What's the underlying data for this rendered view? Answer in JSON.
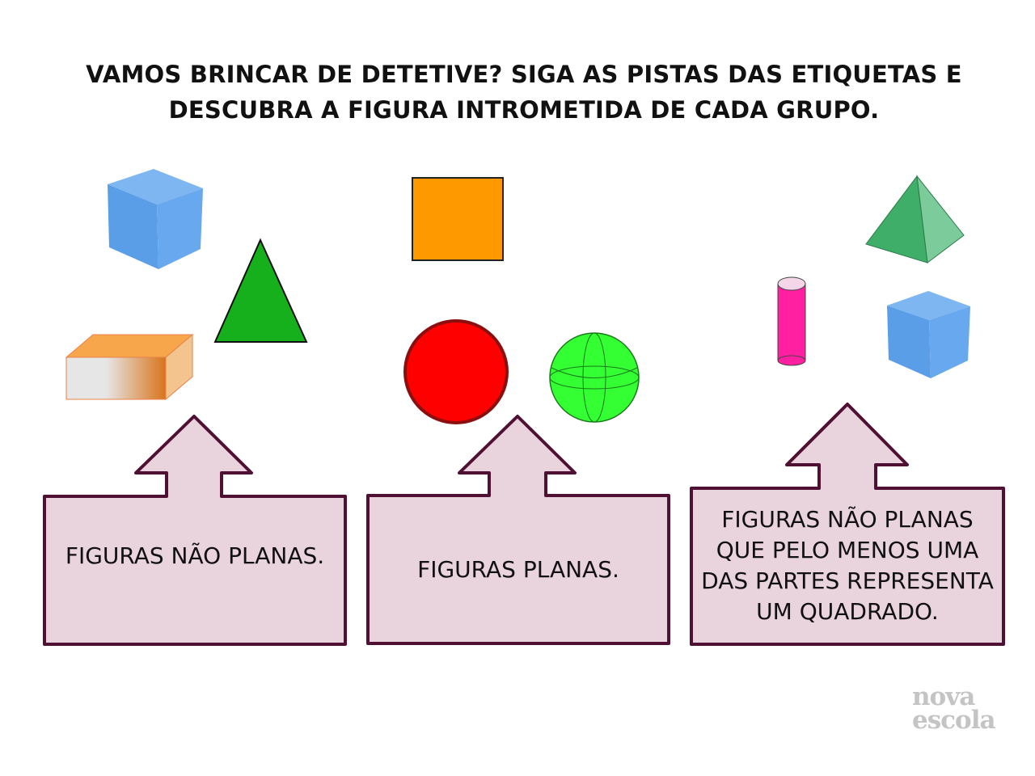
{
  "title": "VAMOS BRINCAR DE DETETIVE? SIGA AS PISTAS DAS ETIQUETAS E DESCUBRA A FIGURA INTROMETIDA DE CADA GRUPO.",
  "groups": [
    {
      "label": "FIGURAS NÃO PLANAS.",
      "shapes": [
        "cube",
        "triangle",
        "rectangular-prism"
      ]
    },
    {
      "label": "FIGURAS PLANAS.",
      "shapes": [
        "square",
        "circle",
        "sphere"
      ]
    },
    {
      "label": "FIGURAS NÃO PLANAS QUE PELO MENOS UMA DAS PARTES REPRESENTA UM QUADRADO.",
      "shapes": [
        "cylinder",
        "square-pyramid",
        "cube"
      ]
    }
  ],
  "logo": {
    "line1": "nova",
    "line2": "escola"
  },
  "colors": {
    "box_fill": "#e9d3dd",
    "box_stroke": "#4f1033",
    "cube": "#5a9ee8",
    "triangle": "#16b01d",
    "square": "#ff9900",
    "circle": "#ff0000",
    "sphere": "#33ff33",
    "cylinder": "#ff1fa0",
    "pyramid": "#49b872"
  }
}
